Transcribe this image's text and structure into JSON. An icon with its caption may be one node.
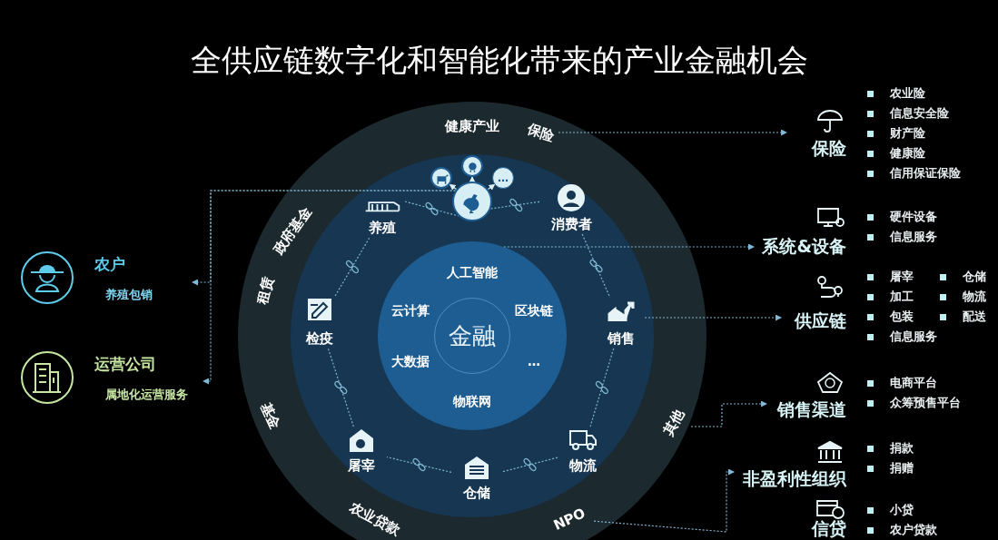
{
  "diagram": {
    "title": "全供应链数字化和智能化带来的产业金融机会",
    "nodes": [
      {
        "text": [],
        "shape": "circle"
      },
      {
        "text": [
          "健康产业"
        ],
        "in": 0
      },
      {
        "text": [
          "保险"
        ],
        "in": 0
      },
      {
        "text": [
          "其他"
        ],
        "in": 0
      },
      {
        "text": [
          "NPO"
        ],
        "in": 0
      },
      {
        "text": [
          "农业贷款"
        ],
        "in": 0
      },
      {
        "text": [
          "基金"
        ],
        "in": 0
      },
      {
        "text": [
          "租赁"
        ],
        "in": 0
      },
      {
        "text": [
          "政府基金"
        ],
        "in": 0
      },
      {
        "text": [],
        "shape": "circle",
        "in": 0
      },
      {
        "text": [],
        "shape": "picture",
        "in": 9
      },
      {
        "text": [],
        "shape": "picture",
        "in": 9
      },
      {
        "text": [],
        "shape": "picture",
        "in": 9
      },
      {
        "text": [
          "…"
        ],
        "in": 9
      },
      {
        "text": [
          "养殖"
        ],
        "in": 9
      },
      {
        "text": [
          "消费者"
        ],
        "in": 9
      },
      {
        "text": [
          "销售"
        ],
        "in": 9
      },
      {
        "text": [
          "物流"
        ],
        "in": 9
      },
      {
        "text": [
          "仓储"
        ],
        "in": 9
      },
      {
        "text": [
          "屠宰"
        ],
        "in": 9
      },
      {
        "text": [
          "检疫"
        ],
        "in": 9
      },
      {
        "text": [],
        "shape": "circle",
        "in": 9
      },
      {
        "text": [
          "金融"
        ],
        "in": 21
      },
      {
        "text": [
          "农户",
          "养殖包销"
        ]
      },
      {
        "text": [
          "运营公司",
          "属地化运营服务"
        ]
      },
      {
        "text": [
          "保险"
        ],
        "beside": [
          "农业险",
          "信息安全险",
          "财产险",
          "健康险",
          "信用保证保险"
        ]
      },
      {
        "text": [
          "系统&设备"
        ],
        "beside": [
          "硬件设备",
          "信息服务"
        ]
      },
      {
        "text": [
          "供应链"
        ],
        "beside": [
          "屠宰",
          "仓储",
          "加工",
          "物流",
          "包装",
          "配送",
          "信息服务"
        ]
      },
      {
        "text": [
          "销售渠道"
        ],
        "beside": [
          "电商平台",
          "众筹预售平台"
        ]
      },
      {
        "text": [
          "非盈利性组织"
        ],
        "beside": [
          "捐款",
          "捐赠"
        ]
      },
      {
        "text": [
          "信贷"
        ],
        "beside": [
          "小贷",
          "农户贷款"
        ]
      }
    ],
    "edges": [
      {
        "from": 10,
        "to": 11,
        "arrow": "to"
      },
      {
        "from": 10,
        "to": 12,
        "arrow": "to"
      },
      {
        "from": 10,
        "to": 13,
        "arrow": "to"
      },
      {
        "from": 14,
        "to": 10,
        "arrow": "none",
        "style": "dashed"
      },
      {
        "from": 10,
        "to": 15,
        "arrow": "none",
        "style": "dashed"
      },
      {
        "from": 15,
        "to": 16,
        "arrow": "none",
        "style": "dashed"
      },
      {
        "from": 16,
        "to": 17,
        "arrow": "none",
        "style": "dashed"
      },
      {
        "from": 17,
        "to": 18,
        "arrow": "none",
        "style": "dashed"
      },
      {
        "from": 18,
        "to": 19,
        "arrow": "none",
        "style": "dashed"
      },
      {
        "from": 19,
        "to": 20,
        "arrow": "none",
        "style": "dashed"
      },
      {
        "from": 20,
        "to": 14,
        "arrow": "none",
        "style": "dashed"
      },
      {
        "from": 10,
        "to": 23,
        "arrow": "to",
        "style": "dashed"
      },
      {
        "from": 10,
        "to": 24,
        "arrow": "to",
        "style": "dashed"
      },
      {
        "from": 2,
        "to": 25,
        "arrow": "to",
        "style": "dashed"
      },
      {
        "from": 21,
        "to": 26,
        "arrow": "to",
        "style": "dashed"
      },
      {
        "from": 16,
        "to": 27,
        "arrow": "to",
        "style": "dashed"
      },
      {
        "from": 3,
        "to": 28,
        "arrow": "to",
        "style": "dashed"
      },
      {
        "from": 4,
        "to": 29,
        "arrow": "to",
        "style": "dashed"
      }
    ],
    "labels": [
      "人工智能",
      "云计算",
      "区块链",
      "大数据",
      "…",
      "物联网"
    ]
  }
}
